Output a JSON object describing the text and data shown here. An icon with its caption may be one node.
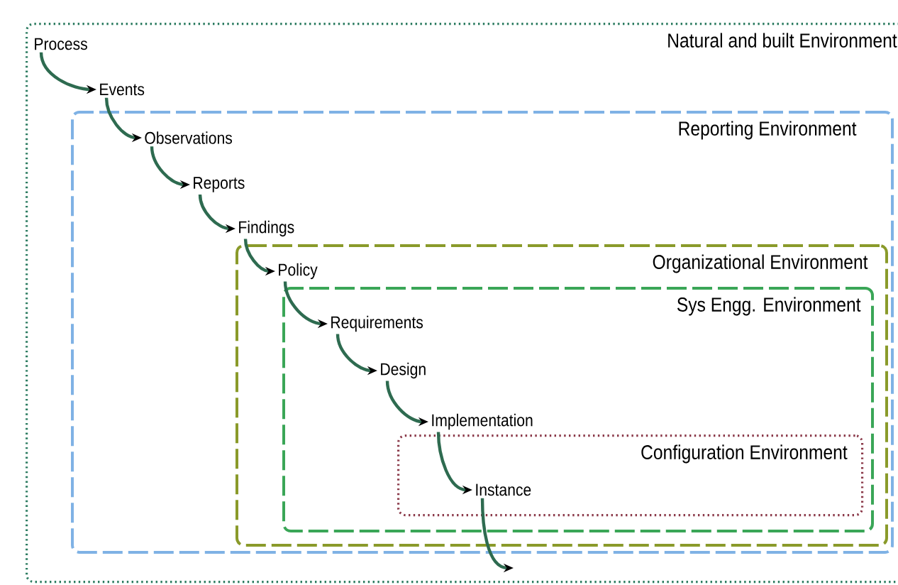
{
  "diagram": {
    "nodes": [
      {
        "text": [
          "Natural and built Environment"
        ]
      },
      {
        "text": [
          "Process"
        ],
        "in": 0
      },
      {
        "text": [
          "Events"
        ],
        "in": 0
      },
      {
        "text": [
          "Reporting Environment"
        ],
        "in": 0
      },
      {
        "text": [
          "Observations"
        ],
        "in": 3
      },
      {
        "text": [
          "Reports"
        ],
        "in": 3
      },
      {
        "text": [
          "Findings"
        ],
        "in": 3
      },
      {
        "text": [
          "Organizational Environment"
        ],
        "in": 3
      },
      {
        "text": [
          "Policy"
        ],
        "in": 7
      },
      {
        "text": [
          "Sys Engg. Environment"
        ],
        "in": 7
      },
      {
        "text": [
          "Requirements"
        ],
        "in": 9
      },
      {
        "text": [
          "Design"
        ],
        "in": 9
      },
      {
        "text": [
          "Implementation"
        ],
        "in": 9
      },
      {
        "text": [
          "Configuration Environment"
        ],
        "in": 9
      },
      {
        "text": [
          "Instance"
        ],
        "in": 13
      }
    ],
    "edges": [
      {
        "from": 1,
        "to": 2,
        "arrow": "to"
      },
      {
        "from": 2,
        "to": 4,
        "arrow": "to"
      },
      {
        "from": 4,
        "to": 5,
        "arrow": "to"
      },
      {
        "from": 5,
        "to": 6,
        "arrow": "to"
      },
      {
        "from": 6,
        "to": 8,
        "arrow": "to"
      },
      {
        "from": 8,
        "to": 10,
        "arrow": "to"
      },
      {
        "from": 10,
        "to": 11,
        "arrow": "to"
      },
      {
        "from": 11,
        "to": 12,
        "arrow": "to"
      },
      {
        "from": 12,
        "to": 14,
        "arrow": "to"
      },
      {
        "from": 14,
        "to": null,
        "arrow": "to"
      }
    ]
  }
}
